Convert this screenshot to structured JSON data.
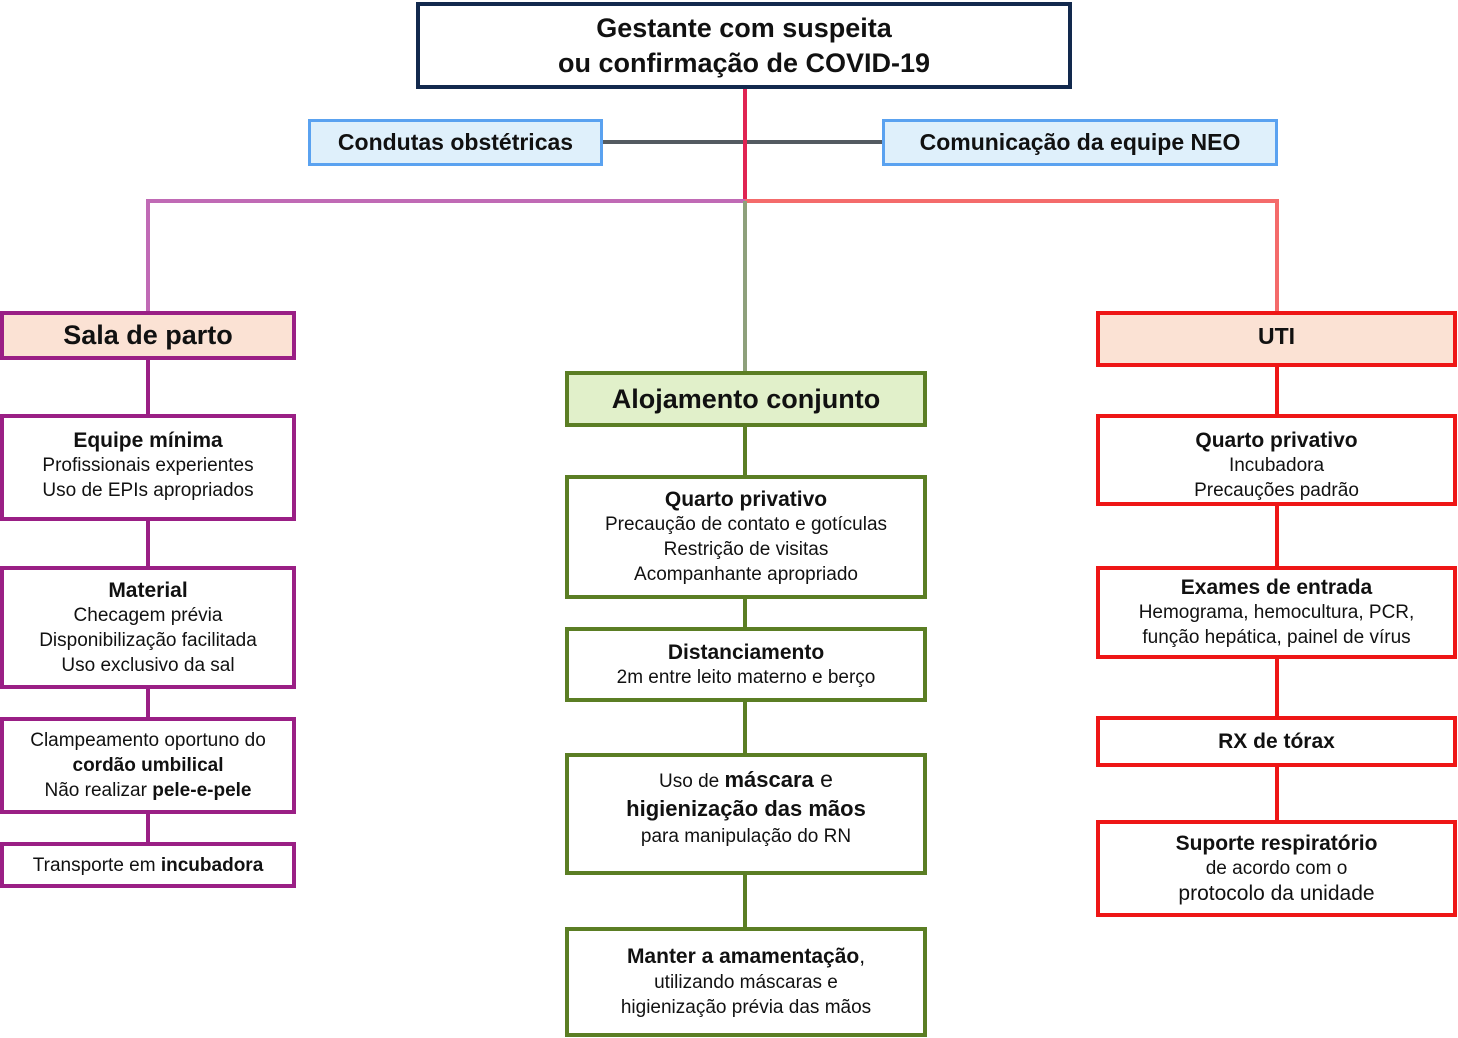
{
  "root": {
    "line1": "Gestante com suspeita",
    "line2": "ou confirmação de COVID-19"
  },
  "side_left": "Condutas obstétricas",
  "side_right": "Comunicação da equipe NEO",
  "columns": {
    "sala": {
      "header": "Sala de parto",
      "equipe": {
        "title": "Equipe mínima",
        "lines": [
          "Profissionais experientes",
          "Uso de EPIs apropriados"
        ]
      },
      "material": {
        "title": "Material",
        "lines": [
          "Checagem prévia",
          "Disponibilização facilitada",
          "Uso exclusivo da sal"
        ]
      },
      "clampeamento": {
        "line1": "Clampeamento oportuno do",
        "line2_bold": "cordão umbilical",
        "line3_prefix": "Não realizar ",
        "line3_bold": "pele-e-pele"
      },
      "transporte": {
        "prefix": "Transporte em ",
        "bold": "incubadora"
      }
    },
    "aloj": {
      "header": "Alojamento conjunto",
      "quarto": {
        "title": "Quarto privativo",
        "lines": [
          "Precaução de contato e gotículas",
          "Restrição de visitas",
          "Acompanhante apropriado"
        ]
      },
      "distanciamento": {
        "title": "Distanciamento",
        "lines": [
          "2m entre leito materno e berço"
        ]
      },
      "mascara": {
        "prefix": "Uso de ",
        "bold1": "máscara",
        "conj": " e",
        "bold2": "higienização das mãos",
        "line3": "para manipulação do RN"
      },
      "amamentacao": {
        "bold": "Manter a amamentação",
        "comma": ",",
        "lines": [
          "utilizando máscaras e",
          "higienização prévia das mãos"
        ]
      }
    },
    "uti": {
      "header": "UTI",
      "quarto": {
        "title": "Quarto privativo",
        "lines": [
          "Incubadora",
          "Precauções padrão"
        ]
      },
      "exames": {
        "title": "Exames de entrada",
        "lines": [
          "Hemograma, hemocultura, PCR,",
          "função hepática, painel de vírus"
        ]
      },
      "rx": {
        "title": "RX de tórax"
      },
      "suporte": {
        "title": "Suporte respiratório",
        "lines": [
          "de acordo com o",
          "protocolo da unidade"
        ]
      }
    }
  },
  "colors": {
    "root_border": "#12294d",
    "side_border": "#5aa2f0",
    "side_fill": "#dff0fb",
    "sala": "#9a1f85",
    "aloj": "#5b7e24",
    "uti": "#ee1616",
    "header_fill_warm": "#fbe2d4",
    "header_fill_green": "#e1f0ca"
  }
}
